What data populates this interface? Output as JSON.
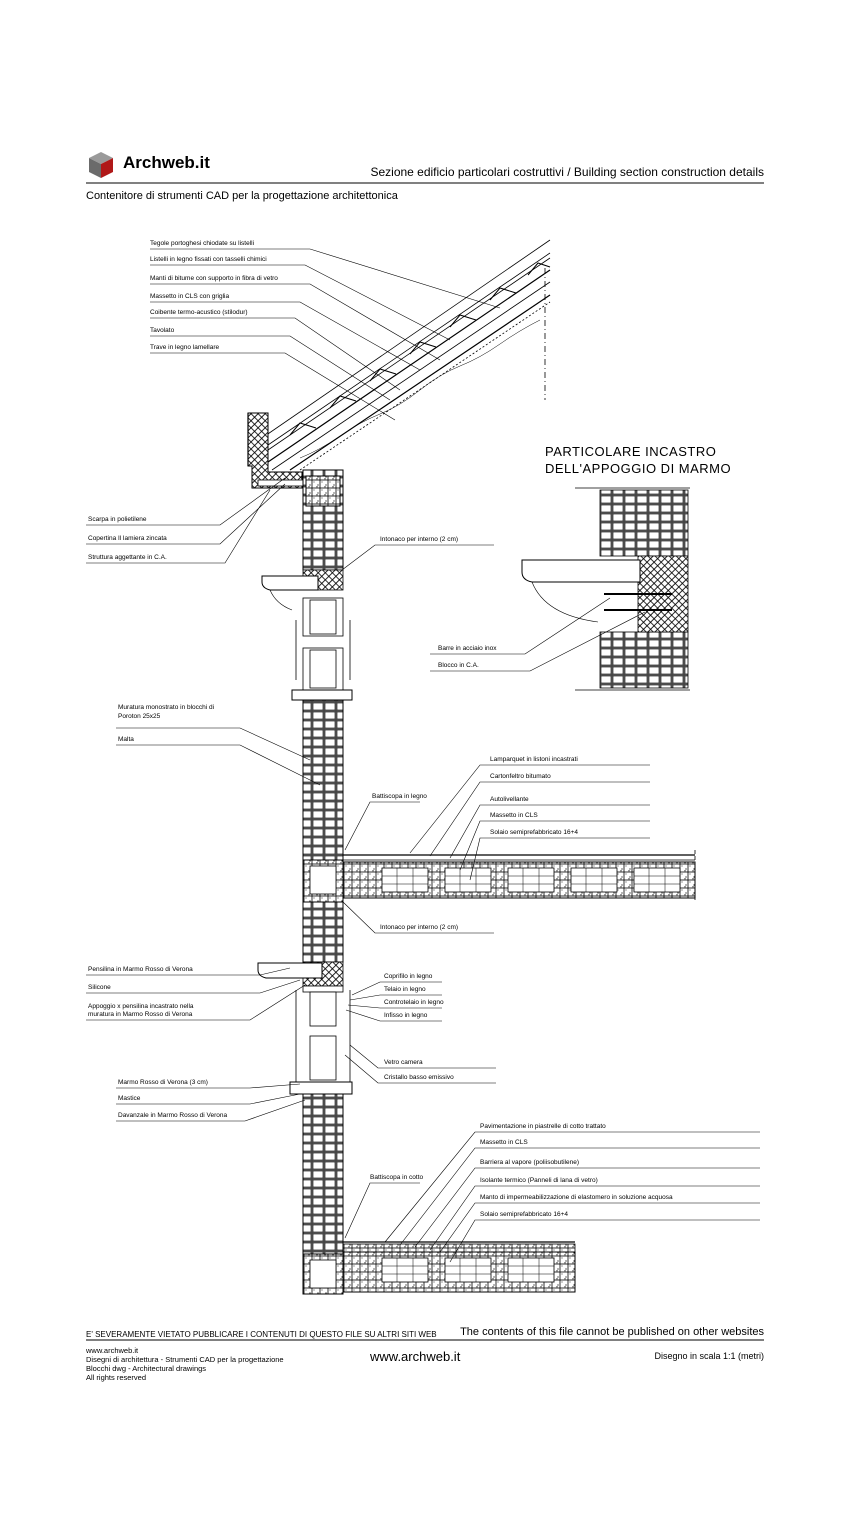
{
  "header": {
    "brand": "Archweb.it",
    "title": "Sezione edificio particolari costruttivi  /  Building section construction details",
    "subtitle": "Contenitore di strumenti CAD per la progettazione architettonica"
  },
  "roof_labels": [
    "Tegole portoghesi chiodate su listelli",
    "Listelli in legno fissati con tasselli chimici",
    "Manti di bitume con supporto in fibra di vetro",
    "Massetto in CLS con griglia",
    "Coibente termo-acustico (stilodur)",
    "Tavolato",
    "Trave in legno lamellare"
  ],
  "eave_labels": [
    "Scarpa in polietilene",
    "Copertina Il lamiera zincata",
    "Struttura aggettante in C.A."
  ],
  "intonaco_1": "Intonaco per interno (2 cm)",
  "detail": {
    "title_line1": "PARTICOLARE INCASTRO",
    "title_line2": "DELL'APPOGGIO DI MARMO",
    "labels": [
      "Barre in acciaio inox",
      "Blocco in C.A."
    ]
  },
  "wall_labels": {
    "muratura_1": "Muratura monostrato in blocchi di",
    "muratura_2": "Poroton 25x25",
    "malta": "Malta"
  },
  "floor1_labels": [
    "Lamparquet in listoni incastrati",
    "Cartonfeltro bitumato",
    "Autolivellante",
    "Massetto in CLS",
    "Solaio semiprefabbricato 16+4"
  ],
  "battiscopa_legno": "Battiscopa    in legno",
  "intonaco_2": "Intonaco per interno (2 cm)",
  "window_left_labels": {
    "pensilina": "Pensilina in Marmo Rosso di Verona",
    "silicone": "Silicone",
    "appoggio_1": "Appoggio x pensilina incastrato nella",
    "appoggio_2": "muratura in Marmo Rosso di Verona"
  },
  "window_right_labels": [
    "Coprifilo in legno",
    "Telaio in legno",
    "Controtelaio in legno",
    "Infisso in legno"
  ],
  "glass_labels": [
    "Vetro camera",
    "Cristallo basso emissivo"
  ],
  "sill_labels": [
    "Marmo Rosso di Verona (3 cm)",
    "Mastice",
    "Davanzale in Marmo Rosso di Verona"
  ],
  "ground_labels": [
    "Pavimentazione in piastrelle di cotto trattato",
    "Massetto in CLS",
    "Barriera al vapore (poliisobutilene)",
    "Isolante termico (Panneli di lana di vetro)",
    "Manto di impermeabilizzazione di elastomero in soluzione acquosa",
    "Solaio semiprefabbricato 16+4"
  ],
  "battiscopa_cotto": "Battiscopa in cotto",
  "footer": {
    "warning_it": "E' SEVERAMENTE VIETATO PUBBLICARE I CONTENUTI DI QUESTO FILE SU ALTRI SITI WEB",
    "warning_en": "The contents of this file cannot be published on other websites",
    "lines": [
      "www.archweb.it",
      "Disegni di architettura - Strumenti CAD  per la progettazione",
      "Blocchi dwg - Architectural drawings",
      "All rights reserved"
    ],
    "website": "www.archweb.it",
    "scale": "Disegno in scala 1:1 (metri)"
  }
}
